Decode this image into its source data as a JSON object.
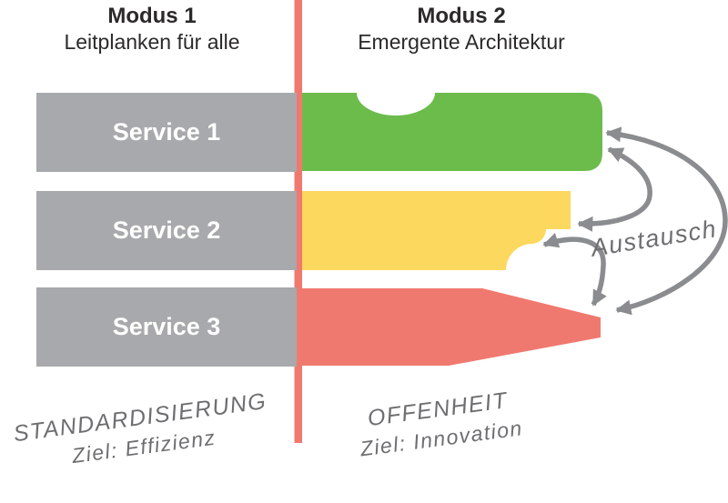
{
  "header": {
    "left": {
      "title": "Modus 1",
      "subtitle": "Leitplanken für alle"
    },
    "right": {
      "title": "Modus 2",
      "subtitle": "Emergente Architektur"
    }
  },
  "services": [
    {
      "label": "Service 1"
    },
    {
      "label": "Service 2"
    },
    {
      "label": "Service 3"
    }
  ],
  "annotations": {
    "exchange_label": "Austausch",
    "left_footer": {
      "line1": "STANDARDISIERUNG",
      "line2": "Ziel: Effizienz"
    },
    "right_footer": {
      "line1": "OFFENHEIT",
      "line2": "Ziel: Innovation"
    }
  },
  "colors": {
    "green": "#6cbc4c",
    "yellow": "#fcd85e",
    "salmon": "#f0796f",
    "bar_gray": "#a7a9ac",
    "arrow_gray": "#8a8c8f",
    "text_dark": "#2b292a",
    "hand_gray": "#6d6e70"
  }
}
